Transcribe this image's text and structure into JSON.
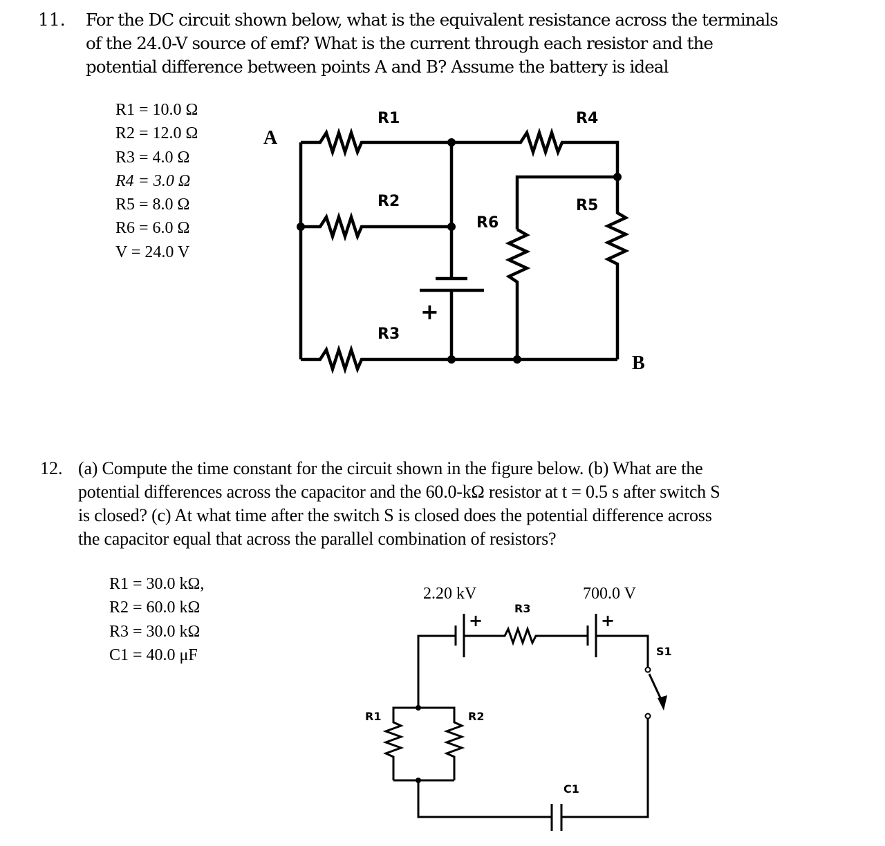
{
  "problem11": {
    "number": "11.",
    "lines": [
      "For the DC circuit shown below, what is the equivalent resistance across the terminals",
      "of the 24.0-V source of emf?  What is the current through each resistor and the",
      "potential difference between points A and B? Assume the battery is ideal"
    ],
    "values": [
      "R1 = 10.0 Ω",
      "R2 = 12.0 Ω",
      "R3 = 4.0 Ω",
      "R4 = 3.0 Ω",
      "R5 = 8.0 Ω",
      "R6 = 6.0 Ω",
      "V =  24.0 V"
    ],
    "circuit": {
      "point_a": "A",
      "point_b": "B",
      "r1": "R1",
      "r2": "R2",
      "r3": "R3",
      "r4": "R4",
      "r5": "R5",
      "r6": "R6",
      "battery_plus": "+"
    }
  },
  "problem12": {
    "number": "12.",
    "lines": [
      "(a) Compute the time constant for the circuit shown in the figure below. (b) What are the",
      "potential differences across the capacitor and the 60.0-kΩ resistor at t = 0.5 s after switch S",
      "is closed? (c) At what time after the switch S is closed does the potential difference across",
      "the capacitor equal that across the parallel combination of resistors?"
    ],
    "values": [
      "R1 = 30.0 kΩ,",
      "R2 = 60.0 kΩ",
      "R3 = 30.0 kΩ",
      "C1 = 40.0 μF"
    ],
    "circuit": {
      "battery1_voltage": "2.20 kV",
      "battery2_voltage": "700.0 V",
      "battery1_plus": "+",
      "battery2_plus": "+",
      "r1": "R1",
      "r2": "R2",
      "r3": "R3",
      "s1": "S1",
      "c1": "C1"
    }
  }
}
